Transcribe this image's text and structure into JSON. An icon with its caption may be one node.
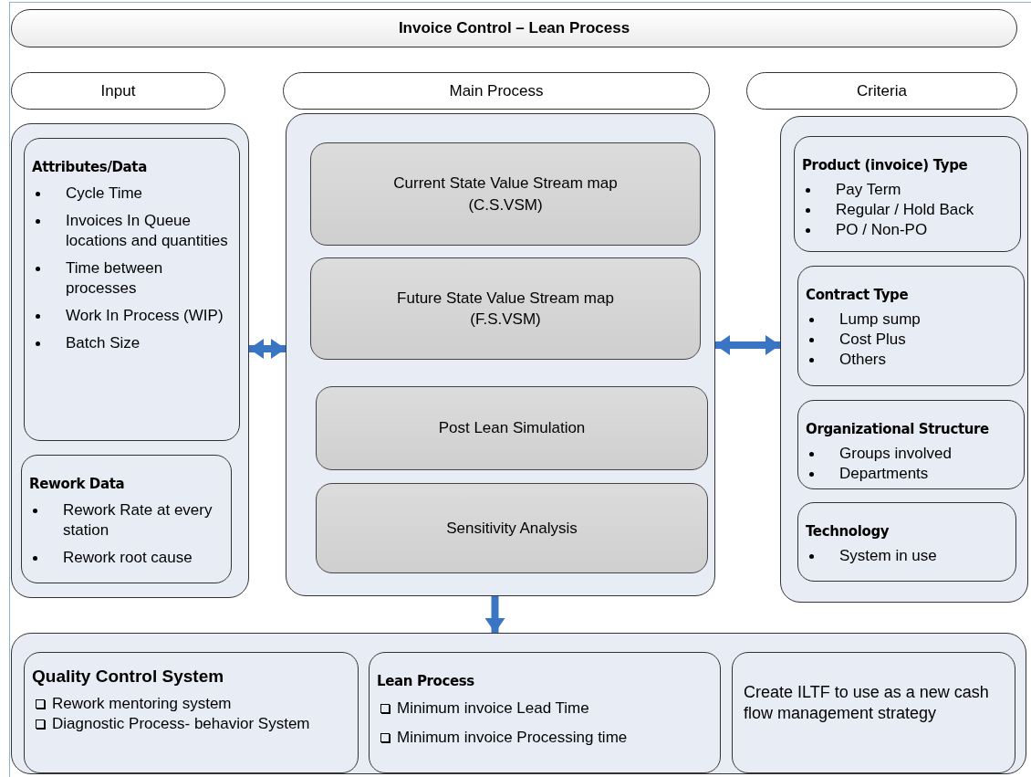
{
  "diagram": {
    "title": "Invoice Control – Lean Process",
    "nodes": [
      {
        "text": [
          "Input"
        ]
      },
      {
        "text": [
          "Main Process"
        ]
      },
      {
        "text": [
          "Criteria"
        ]
      },
      {
        "text": [],
        "shape": "box"
      },
      {
        "text": [
          "Attributes/Data",
          "Cycle Time",
          "Invoices In Queue locations and quantities",
          "Time between processes",
          "Work In Process (WIP)",
          "Batch Size"
        ],
        "in": 3
      },
      {
        "text": [
          "Rework Data",
          "Rework Rate at every station",
          "Rework root cause"
        ],
        "in": 3
      },
      {
        "text": [],
        "shape": "box"
      },
      {
        "text": [
          "Current State Value Stream map (C.S.VSM)"
        ],
        "in": 6
      },
      {
        "text": [
          "Future State Value Stream map (F.S.VSM)"
        ],
        "in": 6
      },
      {
        "text": [
          "Post Lean Simulation"
        ],
        "in": 6
      },
      {
        "text": [
          "Sensitivity Analysis"
        ],
        "in": 6
      },
      {
        "text": [],
        "shape": "box"
      },
      {
        "text": [
          "Product (invoice) Type",
          "Pay Term",
          "Regular / Hold Back",
          "PO / Non-PO"
        ],
        "in": 11
      },
      {
        "text": [
          "Contract Type",
          "Lump sump",
          "Cost Plus",
          "Others"
        ],
        "in": 11
      },
      {
        "text": [
          "Organizational Structure",
          "Groups involved",
          "Departments"
        ],
        "in": 11
      },
      {
        "text": [
          "Technology",
          "System in use"
        ],
        "in": 11
      },
      {
        "text": [],
        "shape": "box"
      },
      {
        "text": [
          "Quality Control System",
          "Rework mentoring system",
          "Diagnostic Process- behavior System"
        ],
        "in": 16
      },
      {
        "text": [
          "Lean Process",
          "Minimum invoice Lead Time",
          "Minimum invoice Processing time"
        ],
        "in": 16
      },
      {
        "text": [
          "Create ILTF to use as a new cash flow management strategy"
        ],
        "in": 16
      }
    ],
    "edges": [
      {
        "from": 3,
        "to": 6,
        "arrow": "both"
      },
      {
        "from": 6,
        "to": 11,
        "arrow": "both"
      },
      {
        "from": 6,
        "to": 16,
        "arrow": "to"
      }
    ]
  }
}
